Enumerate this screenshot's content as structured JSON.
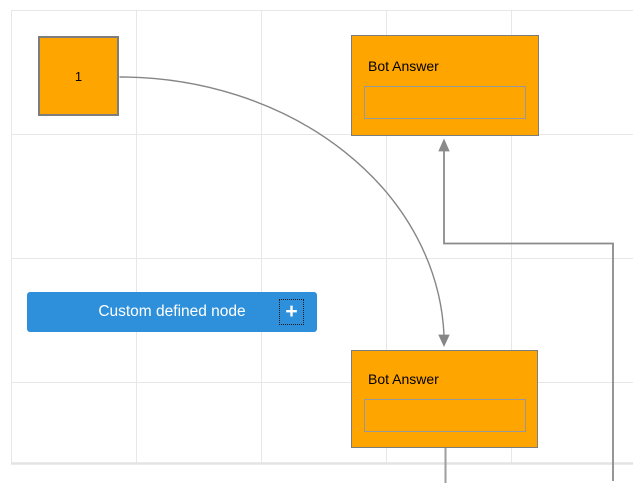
{
  "diagram": {
    "node_square": {
      "label": "1"
    },
    "node_bot_top": {
      "label": "Bot Answer"
    },
    "node_bot_bottom": {
      "label": "Bot Answer"
    },
    "node_custom": {
      "label": "Custom defined node"
    },
    "icons": {
      "plus": "+"
    },
    "colors": {
      "node_orange": "#FFA500",
      "node_blue": "#2E90DB",
      "node_border_gray": "#7d7d7d",
      "connector_gray": "#868686",
      "grid_line": "#e7e7e7",
      "grid_boundary": "#e3e3e3"
    },
    "connectors": [
      {
        "name": "curve-from-node1-to-bottom-bot-answer",
        "type": "arc",
        "arrow": "down"
      },
      {
        "name": "ortho-into-top-bot-answer",
        "type": "orthogonal",
        "arrow": "up"
      },
      {
        "name": "stub-below-bottom-bot-answer",
        "type": "straight",
        "arrow": "none"
      }
    ]
  }
}
